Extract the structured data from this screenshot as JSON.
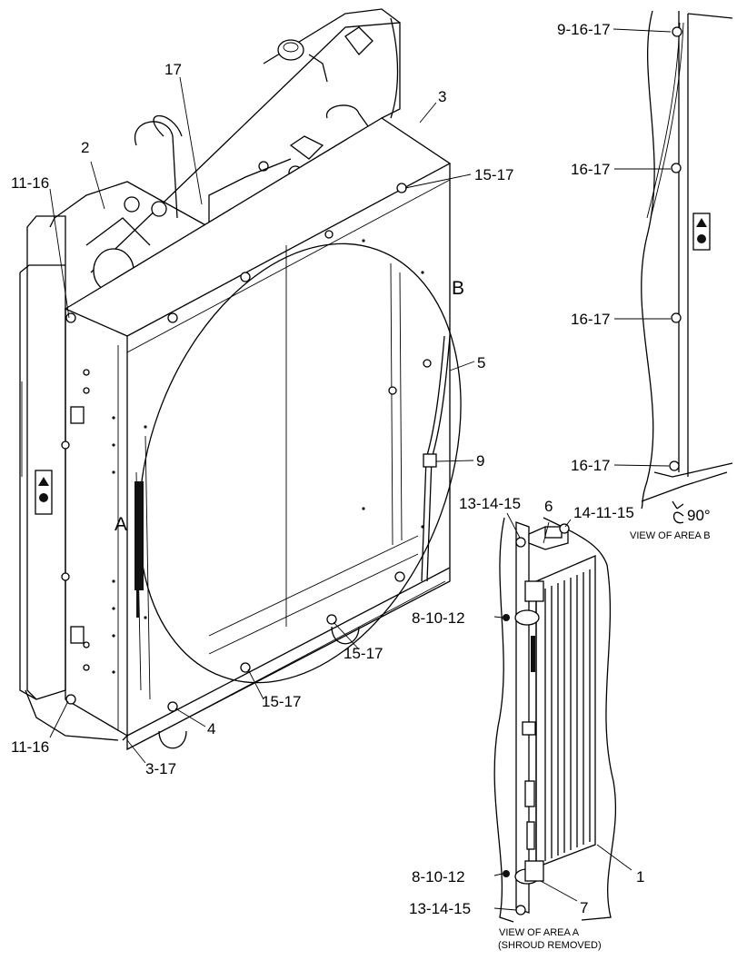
{
  "callouts": {
    "c_9_16_17": "9-16-17",
    "c_16_17_a": "16-17",
    "c_16_17_b": "16-17",
    "c_16_17_c": "16-17",
    "c_17": "17",
    "c_3": "3",
    "c_2": "2",
    "c_11_16_top": "11-16",
    "c_15_17_top": "15-17",
    "c_5": "5",
    "c_9": "9",
    "c_13_14_15_top": "13-14-15",
    "c_6": "6",
    "c_14_11_15": "14-11-15",
    "c_8_10_12_top": "8-10-12",
    "c_15_17_mid": "15-17",
    "c_15_17_low": "15-17",
    "c_4": "4",
    "c_11_16_bottom": "11-16",
    "c_3_17": "3-17",
    "c_8_10_12_bottom": "8-10-12",
    "c_1": "1",
    "c_7": "7",
    "c_13_14_15_bottom": "13-14-15"
  },
  "area_letters": {
    "a": "A",
    "b": "B"
  },
  "captions": {
    "rotation": "90°",
    "view_b": "VIEW OF AREA B",
    "view_a_line1": "VIEW OF AREA A",
    "view_a_line2": "(SHROUD REMOVED)"
  },
  "colors": {
    "ink": "#000000",
    "paper": "#ffffff"
  }
}
